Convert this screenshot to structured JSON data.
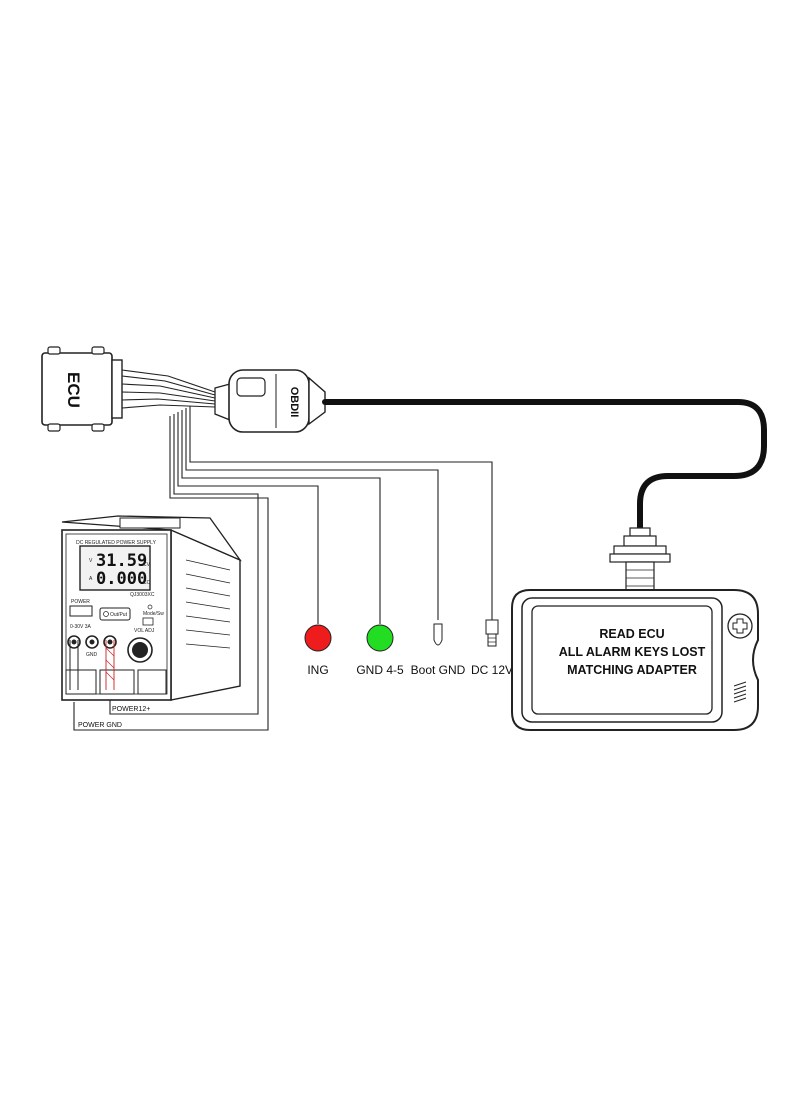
{
  "ecu": {
    "label": "ECU"
  },
  "obd": {
    "label": "OBDII"
  },
  "psu": {
    "header": "DC REGULATED POWER SUPPLY",
    "voltage": "31.59",
    "current": "0.000",
    "v_unit": "V",
    "a_unit": "A",
    "cv": "CV",
    "cc": "CC",
    "model": "QJ3003XC",
    "power_label": "POWER",
    "range": "0-30V  3A",
    "output_label": "Out/Put",
    "gnd_label": "GND",
    "vol_adj": "VOL ADJ",
    "modes": "Mode/Sw"
  },
  "terminals": {
    "ing": "ING",
    "gnd45": "GND 4-5",
    "boot_gnd": "Boot GND",
    "dc12v": "DC 12V",
    "power_plus": "POWER12+",
    "power_gnd": "POWER GND"
  },
  "device": {
    "line1": "READ ECU",
    "line2": "ALL ALARM KEYS LOST",
    "line3": "MATCHING ADAPTER"
  },
  "colors": {
    "ing": "#ee1c1c",
    "gnd": "#22dd22",
    "line": "#222222"
  }
}
